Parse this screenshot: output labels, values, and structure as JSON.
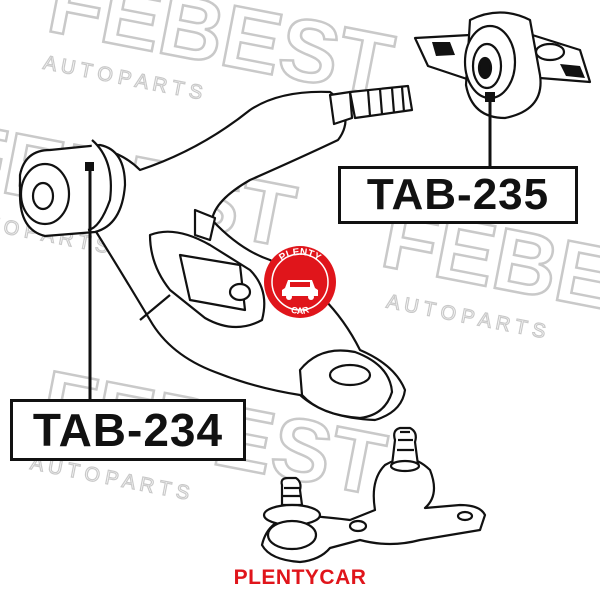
{
  "watermark": {
    "brand": "FEBEST",
    "tagline": "A U T O   P A R T S"
  },
  "seal": {
    "top_text": "PLENTY",
    "bottom_text": "CAR",
    "color": "#e0151b"
  },
  "labels": {
    "part_a": "TAB-235",
    "part_b": "TAB-234"
  },
  "footer": {
    "brand": "PLENTYCAR",
    "color": "#e0151b"
  },
  "icons": [
    "control-arm-drawing",
    "bushing-drawing",
    "ball-joint-drawing",
    "seal-car-icon"
  ]
}
